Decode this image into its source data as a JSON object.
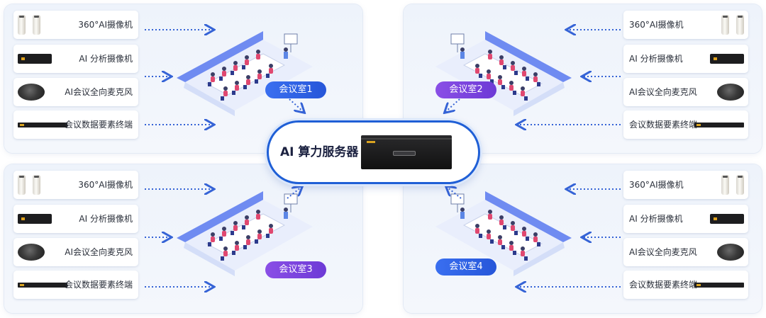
{
  "server": {
    "title": "AI 算力服务器"
  },
  "devices": [
    {
      "icon": "cylinder-camera-icon",
      "label": "360°AI摄像机"
    },
    {
      "icon": "box-camera-icon",
      "label": "AI 分析摄像机"
    },
    {
      "icon": "microphone-icon",
      "label": "AI会议全向麦克风"
    },
    {
      "icon": "terminal-icon",
      "label": "会议数据要素终端"
    }
  ],
  "rooms": [
    {
      "name": "会议室1"
    },
    {
      "name": "会议室2"
    },
    {
      "name": "会议室3"
    },
    {
      "name": "会议室4"
    }
  ],
  "colors": {
    "primary_blue": "#1f5fd6",
    "badge_blue": "#2656d9",
    "badge_purple": "#6d3ad6",
    "panel_bg": "#eef3fb"
  }
}
